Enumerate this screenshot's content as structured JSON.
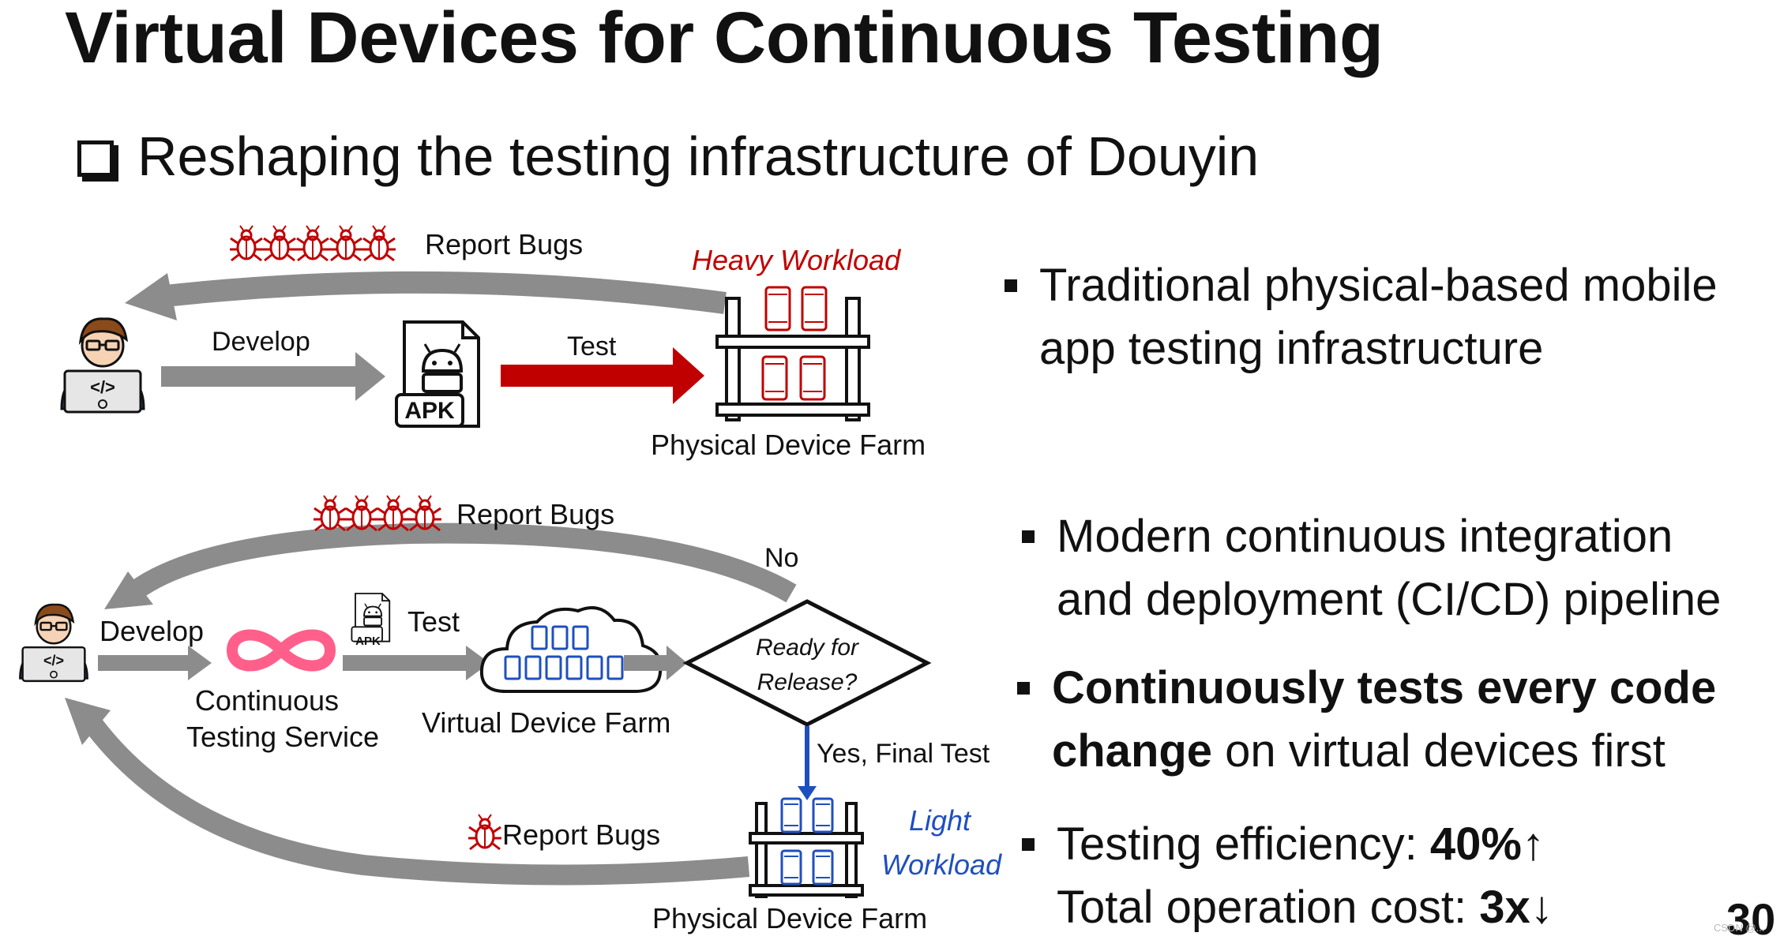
{
  "title": "Virtual Devices for Continuous Testing",
  "subtitle": "Reshaping the testing infrastructure of Douyin",
  "top_diagram": {
    "report_bugs": "Report Bugs",
    "heavy_workload": "Heavy Workload",
    "develop": "Develop",
    "test": "Test",
    "apk": "APK",
    "physical_device_farm": "Physical Device Farm"
  },
  "bottom_diagram": {
    "report_bugs": "Report Bugs",
    "no": "No",
    "develop": "Develop",
    "test": "Test",
    "apk": "APK",
    "continuous_testing_line1": "Continuous",
    "continuous_testing_line2": "Testing Service",
    "virtual_device_farm": "Virtual Device Farm",
    "ready_line1": "Ready for",
    "ready_line2": "Release?",
    "yes_final_test": "Yes, Final Test",
    "light_workload_line1": "Light",
    "light_workload_line2": "Workload",
    "report_bugs_2": "Report Bugs",
    "physical_device_farm": "Physical Device Farm"
  },
  "bullets": {
    "traditional_1": "Traditional physical-based mobile",
    "traditional_2": "app testing infrastructure",
    "modern_1": "Modern continuous integration",
    "modern_2": "and deployment (CI/CD) pipeline",
    "continuous_bold_1": "Continuously tests every code",
    "continuous_bold_2": "change",
    "continuous_rest_2": " on virtual devices first",
    "efficiency_label": "Testing efficiency: ",
    "efficiency_value": "40%↑",
    "cost_label": "Total operation cost: ",
    "cost_value": "3x↓"
  },
  "page_number": "30",
  "watermark": "CSDN @..."
}
